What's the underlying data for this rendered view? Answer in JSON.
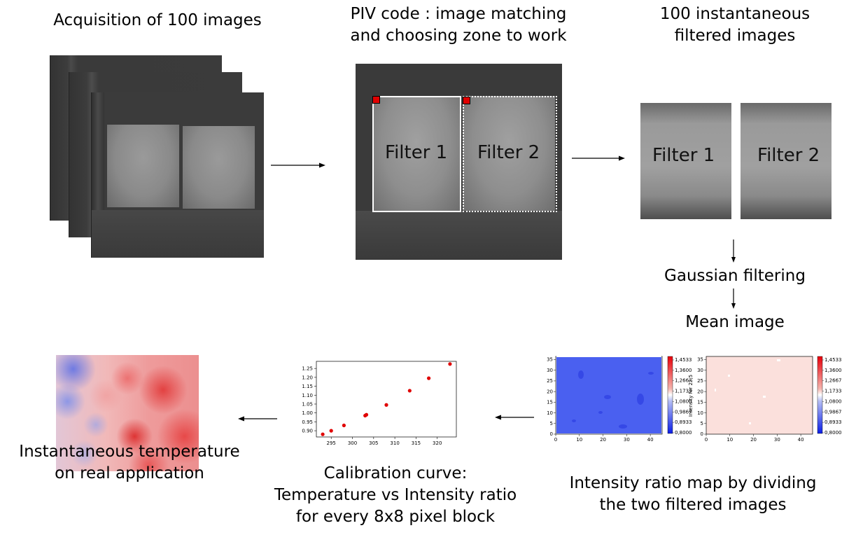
{
  "steps": {
    "acquisition": "Acquisition of 100 images",
    "piv_line1": "PIV code : image matching",
    "piv_line2": "and choosing zone to work",
    "filtered_line1": "100 instantaneous",
    "filtered_line2": "filtered images",
    "gaussian": "Gaussian filtering",
    "mean": "Mean image",
    "ratio_line1": "Intensity ratio map by dividing",
    "ratio_line2": "the two filtered images",
    "calib_line1": "Calibration curve:",
    "calib_line2": "Temperature vs Intensity ratio",
    "calib_line3": "for every 8x8 pixel block",
    "temp_line1": "Instantaneous temperature",
    "temp_line2": "on real application"
  },
  "filters": {
    "f1": "Filter 1",
    "f2": "Filter 2"
  },
  "colors": {
    "marker": "#e00000",
    "blue_map": "#4a60f0",
    "pink_map": "#fbe0dc"
  },
  "heatmaps": {
    "y_ticks": [
      "0",
      "5",
      "10",
      "15",
      "20",
      "25",
      "30",
      "35"
    ],
    "x_ticks": [
      "0",
      "10",
      "20",
      "30",
      "40"
    ],
    "colorbar_ticks": [
      "1,4533",
      "1,3600",
      "1,2667",
      "1,1733",
      "1,0800",
      "0,9867",
      "0,8933",
      "0,8000"
    ],
    "colorbar_label": "Intensity for 22,5"
  },
  "chart_data": {
    "type": "scatter",
    "x": [
      293,
      295,
      298,
      303,
      303.3,
      308,
      313.5,
      318,
      323
    ],
    "y": [
      0.88,
      0.9,
      0.93,
      0.985,
      0.99,
      1.045,
      1.125,
      1.195,
      1.275
    ],
    "xticks": [
      "295",
      "300",
      "305",
      "310",
      "315",
      "320"
    ],
    "yticks": [
      "0.90",
      "0.95",
      "1.00",
      "1.05",
      "1.10",
      "1.15",
      "1.20",
      "1.25"
    ],
    "xlim": [
      291.5,
      324.5
    ],
    "ylim": [
      0.865,
      1.29
    ],
    "point_color": "#e00000"
  }
}
